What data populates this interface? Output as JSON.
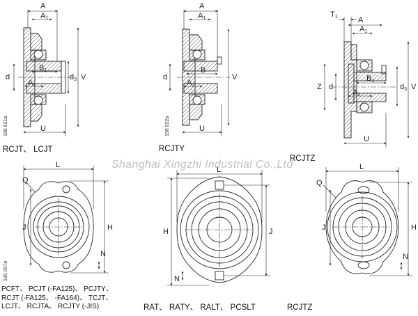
{
  "watermark": "Shanghai Xingzhi Industrial Co.,Ltd",
  "top_row": [
    {
      "caption": "RCJT、 LCJT",
      "drawing_code": "190 631a",
      "labels": {
        "A": "A",
        "A1": "A",
        "A1_sub": "1",
        "B1": "B",
        "B1_sub": "1",
        "d": "d",
        "d3": "d",
        "d3_sub": "3",
        "V": "V",
        "A2": "A",
        "A2_sub": "2",
        "U": "U"
      }
    },
    {
      "caption": "RCJTY",
      "drawing_code": "190 632a",
      "labels": {
        "A": "A",
        "A1": "A",
        "A1_sub": "1",
        "B": "B",
        "d": "d",
        "V": "V",
        "A2": "A",
        "A2_sub": "2",
        "U": "U"
      }
    },
    {
      "caption": "RCJTZ",
      "labels": {
        "T1": "T",
        "T1_sub": "1",
        "A": "A",
        "A1": "A",
        "A1_sub": "1",
        "Z": "Z",
        "d": "d",
        "B1": "B",
        "B1_sub": "1",
        "d3": "d",
        "d3_sub": "3",
        "V": "V",
        "A2": "A",
        "A2_sub": "2",
        "U": "U"
      }
    }
  ],
  "bottom_row": [
    {
      "caption_lines": [
        "PCFT、 PCJT (-FA125)、 PCJTY、",
        "RCJT (-FA125、 -FA164)、 TCJT、",
        "LCJT、 RCJTA、 RCJTY (-JIS)"
      ],
      "drawing_code": "190 097a",
      "labels": {
        "L": "L",
        "Q": "Q",
        "J": "J",
        "H": "H",
        "N": "N"
      }
    },
    {
      "caption": "RAT、 RATY、 RALT、 PCSLT",
      "labels": {
        "L": "L",
        "H": "H",
        "J": "J",
        "N": "N"
      }
    },
    {
      "caption": "RCJTZ",
      "labels": {
        "L": "L",
        "Q": "Q",
        "J": "J",
        "H": "H",
        "N": "N"
      }
    }
  ]
}
